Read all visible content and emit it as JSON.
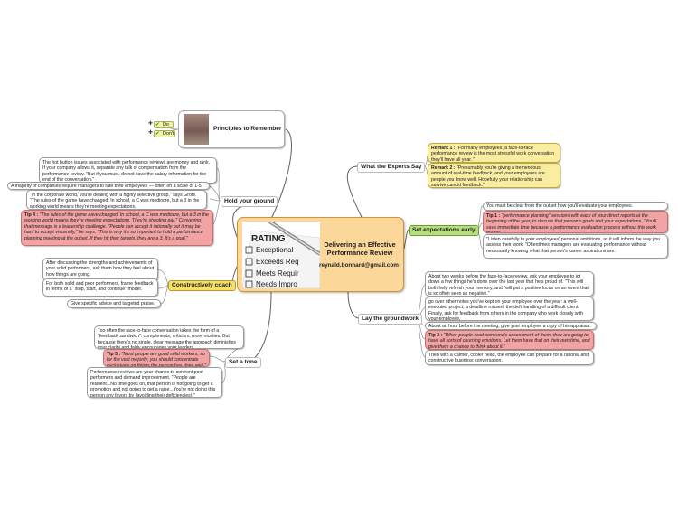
{
  "central": {
    "title": "Delivering an Effective Performance Review",
    "email": "reynald.bonnard@gmail.com",
    "image_words": [
      "RATING",
      "Exceptional",
      "Exceeds Req",
      "Meets Requir",
      "Needs Impro"
    ]
  },
  "principles": {
    "label": "Principles to Remember",
    "tags": [
      "Do",
      "Don't"
    ]
  },
  "hold_ground": {
    "label": "Hold your ground",
    "note1": "The hot button issues associated with performance reviews are money and rank. If your company allows it, separate any talk of compensation from the performance review. \"But if you must, do not save the salary information for the end of the conversation.\"",
    "note2": "A majority of companies require managers to rate their employees — often on a scale of 1-5.",
    "note3": "\"In the corporate world, you're dealing with a highly selective group,\" says Grote. \"The rules of the game have changed. In school, a C was mediocre, but a 3 in the working world means they're meeting expectations.",
    "tip_label": "Tip 4 :",
    "tip": "\"The rules of the game have changed. In school, a C was mediocre, but a 3 in the working world means they're meeting expectations. They're shooting par.\" Conveying that message is a leadership challenge. \"People can accept it rationally but it may be hard to accept viscerally,\" he says. \"This is why it's so important to hold a performance planning meeting at the outset. If they hit their targets, they are a 3. It's a goal.\""
  },
  "coach": {
    "label": "Constructively coach",
    "note1": "After discussing the strengths and achievements of your solid performers, ask them how they feel about how things are going.",
    "note2": "For both solid and poor performers, frame feedback in terms of a \"stop, start, and continue\" model.",
    "note3": "Give specific advice and targeted praise."
  },
  "tone": {
    "label": "Set a tone",
    "note1": "Too often the face-to-face conversation takes the form of a \"feedback sandwich\": compliments, criticism, more niceties. But because there's no single, clear message the approach diminishes your clarity and fairly encourages your leaders.",
    "tip_label": "Tip 3 :",
    "tip": "\"Most people are good solid workers, so for the vast majority, you should concentrate exclusively on things the person has done well.\"",
    "note2": "Performance reviews are your chance to confront poor performers and demand improvement. \"People are resilient...No time goes on, that person is not going to get a promotion and not going to get a raise...You're not doing this person any favors by (avoiding their deficiencies).\""
  },
  "experts": {
    "label": "What the Experts Say",
    "remark1_label": "Remark 1 :",
    "remark1": "\"For many employees, a face-to-face performance review is the most stressful work conversation they'll have all year. \"",
    "remark2_label": "Remark 2 :",
    "remark2": "\"Presumably you're giving a tremendous amount of real-time feedback, and your employees are people you know well. Hopefully your relationship can survive candid feedback.\""
  },
  "expectations": {
    "label": "Set expectations early",
    "note1": "You must be clear from the outset how you'll evaluate your employees.",
    "tip_label": "Tip 1 :",
    "tip": "\"performance planning\" sessions with each of your direct reports at the beginning of the year, to discuss that person's goals and your expectations. \"You'll save immediate time because a performance evaluation process without this work means...\"",
    "note2": "\"Listen carefully to your employees' personal ambitions, as it will inform the way you assess their work. \"Oftentimes managers are evaluating performance without necessarily knowing what that person's career aspirations are."
  },
  "groundwork": {
    "label": "Lay the groundwork",
    "note1": "About two weeks before the face-to-face review, ask your employee to jot down a few things he's done over the last year that he's proud of. \"This will both help refresh your memory, and \"will put a positive focus on an event that is so often seen as negative.\"",
    "note2": "go over other notes you've kept on your employee over the year: a well-executed project, a deadline missed, the deft handling of a difficult client. Finally, ask for feedback from others in the company who work closely with your employee.",
    "note3": "About an hour before the meeting, give your employee a copy of his appraisal.",
    "tip_label": "Tip 2 :",
    "tip": "\"When people read someone's assessment of them, they are going to have all sorts of churning emotions. Let them have that on their own time, and give them a chance to think about it.\"",
    "note4": "Then with a calmer, cooler head, the employee can prepare for a rational and constructive business conversation."
  },
  "colors": {
    "central_fill": "#fbd79a",
    "note_yellow": "#f8eda0",
    "tip_pink": "#f2a3a3",
    "topic_green": "#b4e07a",
    "topic_gold": "#f5e06a",
    "branch_line": "#606060"
  },
  "icons": [
    "plus-icon",
    "check-icon"
  ]
}
